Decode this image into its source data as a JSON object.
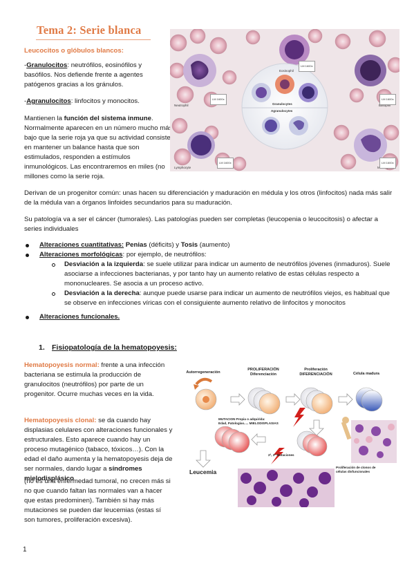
{
  "title": "Tema 2: Serie blanca",
  "intro": {
    "heading": "Leucocitos o glóbulos blancos:",
    "granulocitos_term": "Granulocitos",
    "granulocitos_text": ": neutrófilos, eosinófilos y basófilos. Nos defiende frente a agentes patógenos gracias a los gránulos.",
    "agranulocitos_term": "Agranulocitos",
    "agranulocitos_text": ": linfocitos y monocitos.",
    "function_pre": "Mantienen la ",
    "function_bold": "función del sistema inmune",
    "function_post": ". Normalmente aparecen en un número mucho más bajo que la serie roja ya que su actividad consiste en mantener un balance hasta que son estimulados, responden a estímulos inmunológicos. Las encontraremos en miles (no millones como la serie roja.",
    "origin": "Derivan de un progenitor común: unas hacen su diferenciación y maduración en médula y los otros (linfocitos) nada más salir de la médula van a órganos linfoides secundarios para su maduración.",
    "pathology": "Su patología va a ser el cáncer (tumorales). Las patologías pueden ser completas (leucopenia o leucocitosis) o afectar a series individuales"
  },
  "bullets": {
    "b1_term": "Alteraciones cuantitativas:",
    "b1_a": " Penias",
    "b1_b": " (déficits) y ",
    "b1_c": "Tosis",
    "b1_d": " (aumento)",
    "b2_term": "Alteraciones morfológicas",
    "b2_text": ": por ejemplo, de neutrófilos:",
    "s1_term": "Desviación a la izquierda",
    "s1_text": ": se suele utilizar para indicar un aumento de neutrófilos jóvenes (inmaduros). Suele asociarse a infecciones bacterianas, y por tanto hay un aumento relativo de estas células respecto a mononucleares. Se asocia a un proceso activo.",
    "s2_term": "Desviación a la derecha",
    "s2_text": ": aunque puede usarse para indicar un aumento de neutrófilos viejos, es habitual que se observe en infecciones víricas con el consiguiente aumento relativo de linfocitos y monocitos",
    "b3_term": "Alteraciones funcionales."
  },
  "section1": {
    "number": "1.",
    "heading": "Fisiopatología de la hematopoyesis:",
    "normal_term": "Hematopoyesis normal:",
    "normal_text": " frente a una infección bacteriana se estimula la producción de granulocitos (neutrófilos) por parte de un progenitor. Ocurre muchas veces en la vida.",
    "clonal_term": "Hematopoyesis clonal:",
    "clonal_text_1": " se da cuando hay displasias celulares con alteraciones funcionales y estructurales. Esto aparece cuando hay un proceso mutagénico (tabaco, tóxicos…). Con la edad el daño  aumenta y la hematopoyesis deja de ser normales, dando lugar a ",
    "clonal_bold": "síndromes mielodisplásico",
    "clonal_text_2": " (no es una enfermedad tumoral, no crecen más si no que cuando faltan las normales van a hacer que estas predominen). También si hay más mutaciones se pueden dar leucemias (estas sí son tumores, proliferación excesiva)."
  },
  "figure1": {
    "labels": [
      "Eosinophil",
      "Neutrophil",
      "Basophil",
      "Granulocytes",
      "Agranulocytes",
      "Lymphocyte",
      "Monocyte"
    ],
    "lm": "LM 1600x"
  },
  "figure2": {
    "autoreg": "Autorregeneración",
    "prolif1": "PROLIFERACIÓN\nDiferenciación",
    "prolif2": "Proliferación\nDIFERENCIACIÓN",
    "madura": "Célula madura",
    "mutacion": "MUTACION Propia o adquirida:\nEdad, Patologías..... MIELODISPLASIAS",
    "mut2": "2ª, 3ª Mutaciones",
    "leucemia": "Leucemia",
    "clonos": "Proliferación de clonos de\ncélulas disfuncionales"
  },
  "page_number": "1",
  "colors": {
    "accent": "#e07a45",
    "text": "#1a1a1a"
  }
}
